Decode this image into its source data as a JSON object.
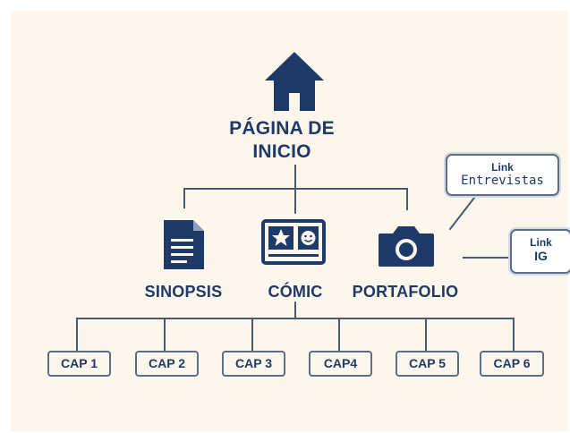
{
  "colors": {
    "background": "#fcf6ec",
    "icon": "#1e3a68",
    "line": "#4a5a70",
    "box_border": "#5b6f8a"
  },
  "home": {
    "icon": "house-icon",
    "label_line1": "PÁGINA DE",
    "label_line2": "INICIO"
  },
  "sections": [
    {
      "label": "SINOPSIS",
      "icon": "document-icon"
    },
    {
      "label": "CÓMIC",
      "icon": "comic-panel-icon"
    },
    {
      "label": "PORTAFOLIO",
      "icon": "camera-icon"
    }
  ],
  "links": [
    {
      "line1": "Link",
      "line2": "Entrevistas"
    },
    {
      "line1": "Link",
      "line2": "IG"
    }
  ],
  "chapters": [
    "CAP 1",
    "CAP 2",
    "CAP 3",
    "CAP4",
    "CAP 5",
    "CAP 6"
  ]
}
